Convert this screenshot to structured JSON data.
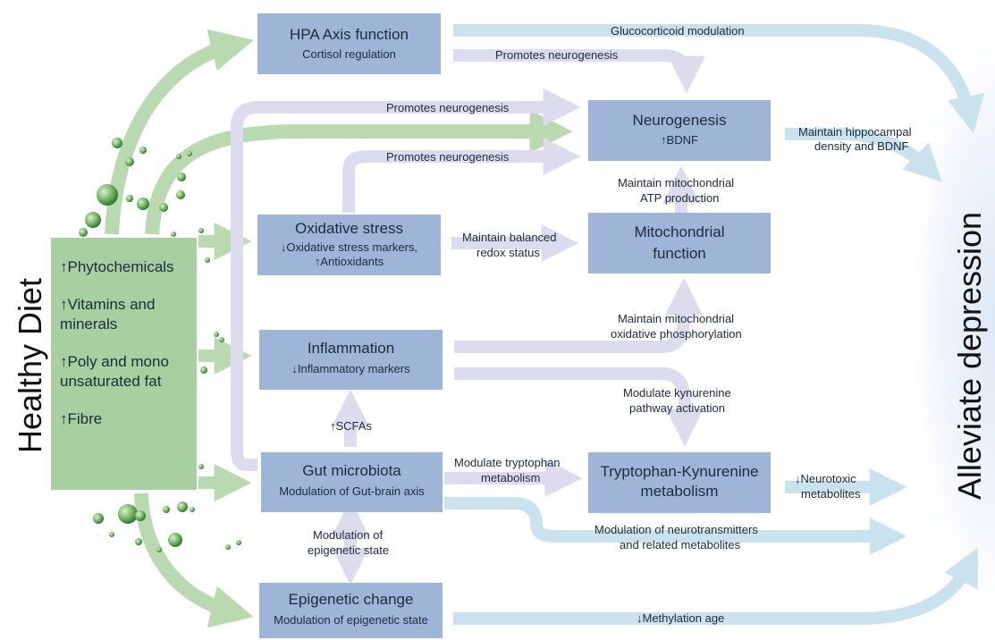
{
  "diet": {
    "title": "Healthy Diet",
    "items": [
      "↑Phytochemicals",
      "↑Vitamins and\nminerals",
      "↑Poly and mono\nunsaturated fat",
      "↑Fibre"
    ]
  },
  "outcome": "Alleviate depression",
  "boxes": {
    "hpa": {
      "title": "HPA Axis function",
      "sub": "Cortisol regulation"
    },
    "neuro": {
      "title": "Neurogenesis",
      "sub": "↑BDNF"
    },
    "oxid": {
      "title": "Oxidative stress",
      "sub1": "↓Oxidative stress markers,",
      "sub2": "↑Antioxidants"
    },
    "mito": {
      "title1": "Mitochondrial",
      "title2": "function"
    },
    "infl": {
      "title": "Inflammation",
      "sub": "↓Inflammatory markers"
    },
    "gut": {
      "title": "Gut microbiota",
      "sub": "Modulation of Gut-brain axis"
    },
    "tryp": {
      "title1": "Tryptophan-Kynurenine",
      "title2": "metabolism"
    },
    "epi": {
      "title": "Epigenetic change",
      "sub": "Modulation of epigenetic state"
    }
  },
  "labels": {
    "gluco": "Glucocorticoid modulation",
    "promotes1": "Promotes neurogenesis",
    "promotes2": "Promotes neurogenesis",
    "promotes3": "Promotes neurogenesis",
    "hippo1": "Maintain hippocampal",
    "hippo2": "density and BDNF",
    "atp1": "Maintain mitochondrial",
    "atp2": "ATP production",
    "redox1": "Maintain balanced",
    "redox2": "redox status",
    "oxphos1": "Maintain mitochondrial",
    "oxphos2": "oxidative phosphorylation",
    "kyn1": "Modulate kynurenine",
    "kyn2": "pathway activation",
    "scfa": "↑SCFAs",
    "tryp1": "Modulate tryptophan",
    "tryp2": "metabolism",
    "neurotox1": "↓Neurotoxic",
    "neurotox2": "metabolites",
    "nt1": "Modulation of neurotransmitters",
    "nt2": "and related metabolites",
    "epistate1": "Modulation of",
    "epistate2": "epigenetic state",
    "methyl": "↓Methylation age"
  },
  "colors": {
    "box": "#9fb5d8",
    "diet": "#a7cf9f",
    "green_arrow": "#b9d9b1",
    "lavender_arrow": "#dcdcee",
    "blue_arrow": "#c9e2ee"
  }
}
